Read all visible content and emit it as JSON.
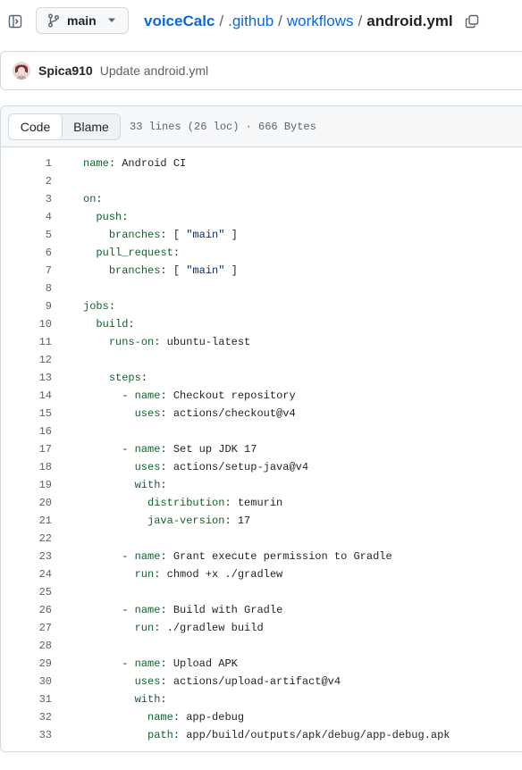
{
  "header": {
    "branch": "main",
    "breadcrumb": {
      "repo": "voiceCalc",
      "dirs": [
        ".github",
        "workflows"
      ],
      "separator": "/",
      "file": "android.yml"
    },
    "icons": [
      "sidebar-expand-icon",
      "git-branch-icon",
      "triangle-down-icon",
      "copy-icon"
    ]
  },
  "commit": {
    "author": "Spica910",
    "message": "Update android.yml"
  },
  "file": {
    "tabs": {
      "code": "Code",
      "blame": "Blame"
    },
    "active_tab": "code",
    "meta": "33 lines (26 loc) · 666 Bytes"
  },
  "code_lines": [
    {
      "n": "1",
      "indent": 0,
      "key": "name",
      "value": "Android CI"
    },
    {
      "n": "2",
      "indent": 0,
      "key": "",
      "value": ""
    },
    {
      "n": "3",
      "indent": 0,
      "key": "on",
      "value": ""
    },
    {
      "n": "4",
      "indent": 2,
      "key": "push",
      "value": ""
    },
    {
      "n": "5",
      "indent": 4,
      "key": "branches",
      "value": "[ \"main\" ]"
    },
    {
      "n": "6",
      "indent": 2,
      "key": "pull_request",
      "value": ""
    },
    {
      "n": "7",
      "indent": 4,
      "key": "branches",
      "value": "[ \"main\" ]"
    },
    {
      "n": "8",
      "indent": 0,
      "key": "",
      "value": ""
    },
    {
      "n": "9",
      "indent": 0,
      "key": "jobs",
      "value": ""
    },
    {
      "n": "10",
      "indent": 2,
      "key": "build",
      "value": ""
    },
    {
      "n": "11",
      "indent": 4,
      "key": "runs-on",
      "value": "ubuntu-latest"
    },
    {
      "n": "12",
      "indent": 0,
      "key": "",
      "value": ""
    },
    {
      "n": "13",
      "indent": 4,
      "key": "steps",
      "value": ""
    },
    {
      "n": "14",
      "indent": 6,
      "dash": true,
      "key": "name",
      "value": "Checkout repository"
    },
    {
      "n": "15",
      "indent": 8,
      "key": "uses",
      "value": "actions/checkout@v4"
    },
    {
      "n": "16",
      "indent": 0,
      "key": "",
      "value": ""
    },
    {
      "n": "17",
      "indent": 6,
      "dash": true,
      "key": "name",
      "value": "Set up JDK 17"
    },
    {
      "n": "18",
      "indent": 8,
      "key": "uses",
      "value": "actions/setup-java@v4"
    },
    {
      "n": "19",
      "indent": 8,
      "key": "with",
      "value": ""
    },
    {
      "n": "20",
      "indent": 10,
      "key": "distribution",
      "value": "temurin"
    },
    {
      "n": "21",
      "indent": 10,
      "key": "java-version",
      "value": "17"
    },
    {
      "n": "22",
      "indent": 0,
      "key": "",
      "value": ""
    },
    {
      "n": "23",
      "indent": 6,
      "dash": true,
      "key": "name",
      "value": "Grant execute permission to Gradle"
    },
    {
      "n": "24",
      "indent": 8,
      "key": "run",
      "value": "chmod +x ./gradlew"
    },
    {
      "n": "25",
      "indent": 0,
      "key": "",
      "value": ""
    },
    {
      "n": "26",
      "indent": 6,
      "dash": true,
      "key": "name",
      "value": "Build with Gradle"
    },
    {
      "n": "27",
      "indent": 8,
      "key": "run",
      "value": "./gradlew build"
    },
    {
      "n": "28",
      "indent": 0,
      "key": "",
      "value": ""
    },
    {
      "n": "29",
      "indent": 6,
      "dash": true,
      "key": "name",
      "value": "Upload APK"
    },
    {
      "n": "30",
      "indent": 8,
      "key": "uses",
      "value": "actions/upload-artifact@v4"
    },
    {
      "n": "31",
      "indent": 8,
      "key": "with",
      "value": ""
    },
    {
      "n": "32",
      "indent": 10,
      "key": "name",
      "value": "app-debug"
    },
    {
      "n": "33",
      "indent": 10,
      "key": "path",
      "value": "app/build/outputs/apk/debug/app-debug.apk"
    }
  ],
  "colors": {
    "link": "#0969da",
    "yaml_key": "#116329",
    "yaml_string": "#0a3069",
    "muted": "#59636e",
    "border": "#d1d9e0"
  }
}
